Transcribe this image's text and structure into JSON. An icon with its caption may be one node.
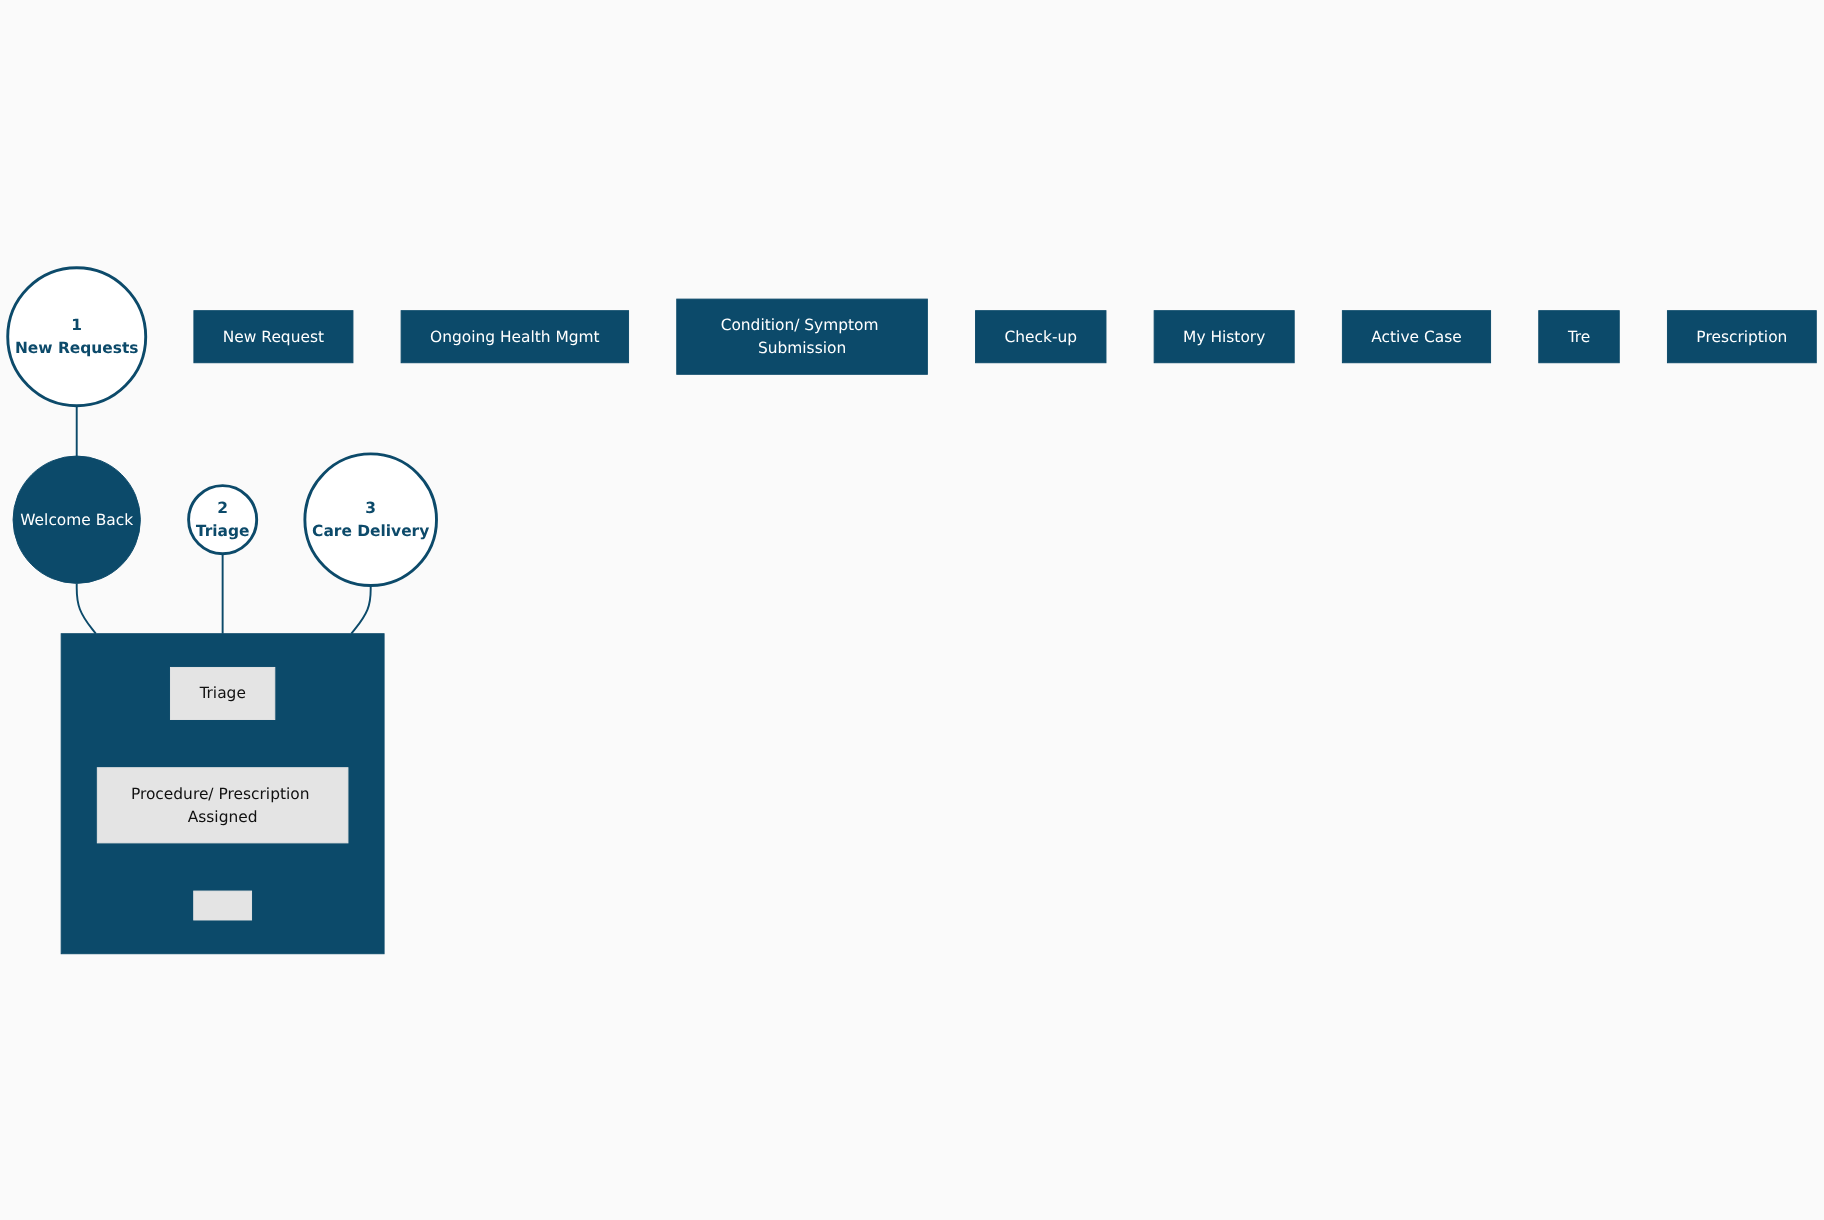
{
  "diagram": {
    "nodes": [
      {
        "text": [
          "1",
          "New Requests"
        ]
      },
      {
        "text": [
          "2",
          "Triage"
        ]
      },
      {
        "text": [
          "3",
          "Care Delivery"
        ]
      },
      {
        "text": [
          "Welcome Back"
        ]
      },
      {
        "text": [
          "New Request"
        ]
      },
      {
        "text": [
          "Ongoing Health Mgmt"
        ]
      },
      {
        "text": [
          "Condition/ Symptom Submission"
        ]
      },
      {
        "text": [
          "Check-up"
        ]
      },
      {
        "text": [
          "My History"
        ]
      },
      {
        "text": [
          "Active Case"
        ]
      },
      {
        "text": [
          "Tre"
        ]
      },
      {
        "text": [
          "Prescription"
        ]
      },
      {
        "text": [],
        "shape": "bar"
      },
      {
        "text": [
          "Triage"
        ],
        "in": 12
      },
      {
        "text": [
          "Procedure/ Prescription Assigned"
        ],
        "in": 12
      },
      {
        "text": [],
        "shape": "box",
        "in": 12
      }
    ],
    "edges": [
      {
        "from": 0,
        "to": 3,
        "arrow": "none"
      },
      {
        "from": 3,
        "to": 12,
        "arrow": "none"
      },
      {
        "from": 1,
        "to": 12,
        "arrow": "none"
      },
      {
        "from": 2,
        "to": 12,
        "arrow": "none"
      }
    ]
  }
}
